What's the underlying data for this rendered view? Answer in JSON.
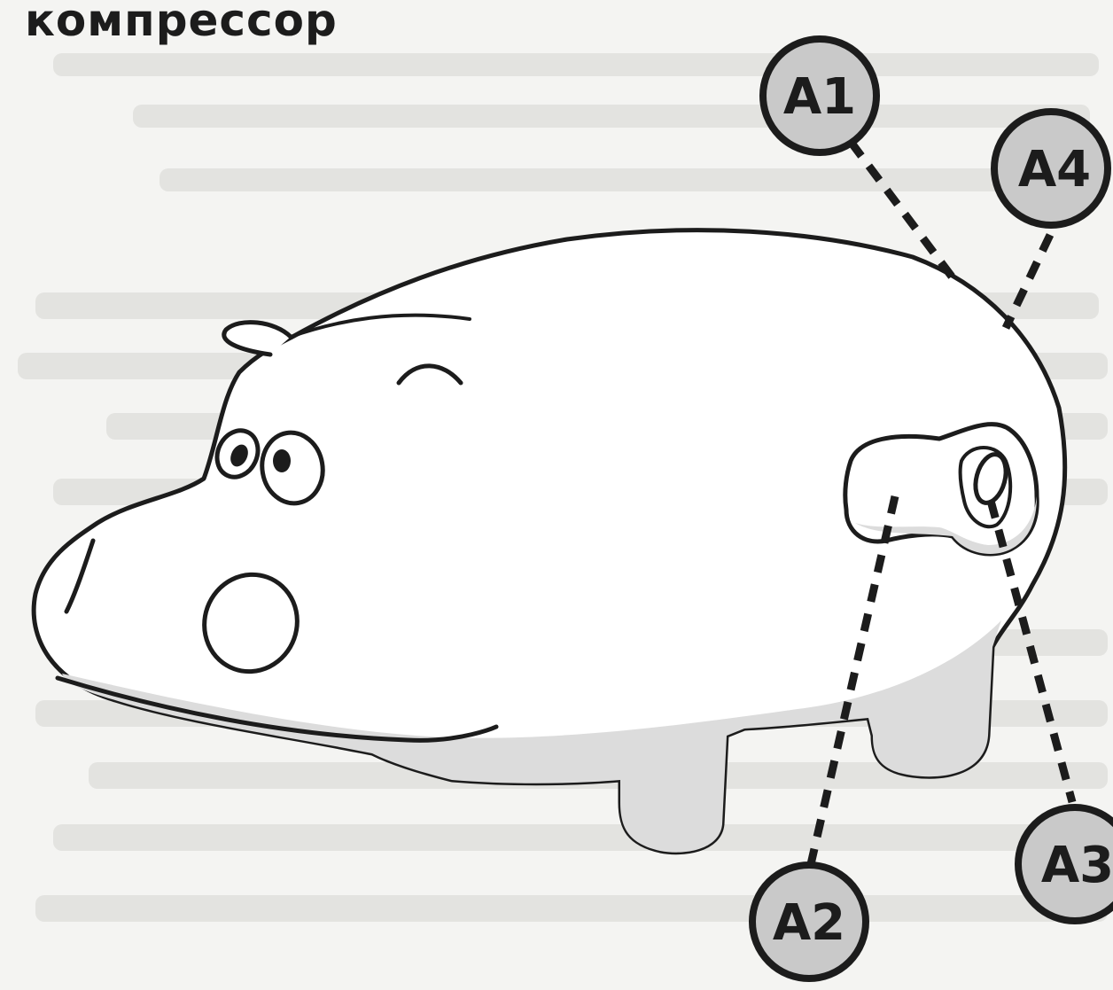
{
  "title": "компрессор",
  "callouts": [
    {
      "id": "a1",
      "label": "A1"
    },
    {
      "id": "a2",
      "label": "A2"
    },
    {
      "id": "a3",
      "label": "A3"
    },
    {
      "id": "a4",
      "label": "A4"
    }
  ],
  "colors": {
    "background": "#f4f4f2",
    "outline": "#1c1c1c",
    "badge_fill": "#c9c9c9",
    "body_shadow": "#dcdcdc"
  }
}
